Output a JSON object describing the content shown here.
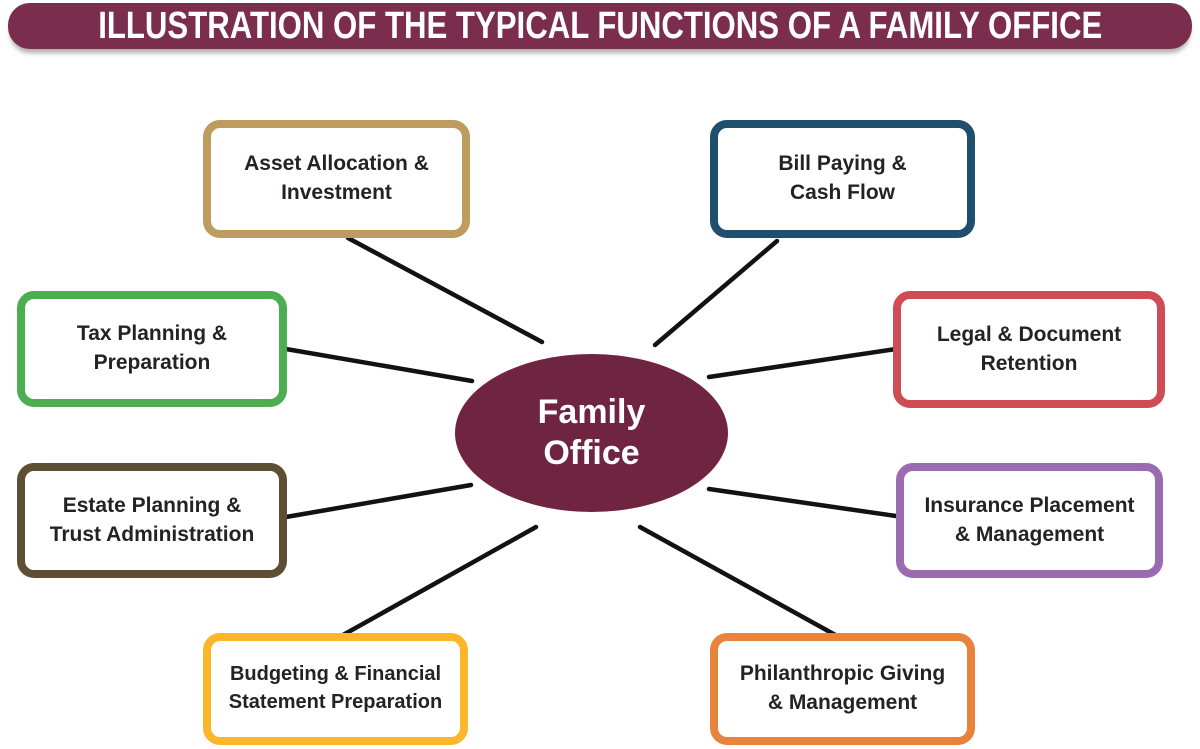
{
  "header": {
    "title": "ILLUSTRATION OF THE TYPICAL FUNCTIONS OF A FAMILY OFFICE",
    "bg_color": "#7B2D4E",
    "text_color": "#FFFFFF"
  },
  "center": {
    "line1": "Family",
    "line2": "Office",
    "bg_color": "#6F2540",
    "text_color": "#FFFFFF"
  },
  "connector_color": "#121212",
  "nodes": [
    {
      "id": "asset-allocation-investment",
      "line1": "Asset Allocation &",
      "line2": "Investment",
      "border_color": "#BE9B5F"
    },
    {
      "id": "bill-paying-cash-flow",
      "line1": "Bill Paying &",
      "line2": "Cash Flow",
      "border_color": "#1F4E6E"
    },
    {
      "id": "tax-planning-preparation",
      "line1": "Tax Planning &",
      "line2": "Preparation",
      "border_color": "#4CAE50"
    },
    {
      "id": "legal-document-retention",
      "line1": "Legal & Document",
      "line2": "Retention",
      "border_color": "#D04C55"
    },
    {
      "id": "estate-planning-trust-administration",
      "line1": "Estate Planning &",
      "line2": "Trust Administration",
      "border_color": "#5E4E33"
    },
    {
      "id": "insurance-placement-management",
      "line1": "Insurance Placement",
      "line2": "& Management",
      "border_color": "#9A6BB0"
    },
    {
      "id": "budgeting-financial-statement-preparation",
      "line1": "Budgeting & Financial",
      "line2": "Statement Preparation",
      "border_color": "#FCB629"
    },
    {
      "id": "philanthropic-giving-management",
      "line1": "Philanthropic Giving",
      "line2": "& Management",
      "border_color": "#E8833E"
    }
  ]
}
